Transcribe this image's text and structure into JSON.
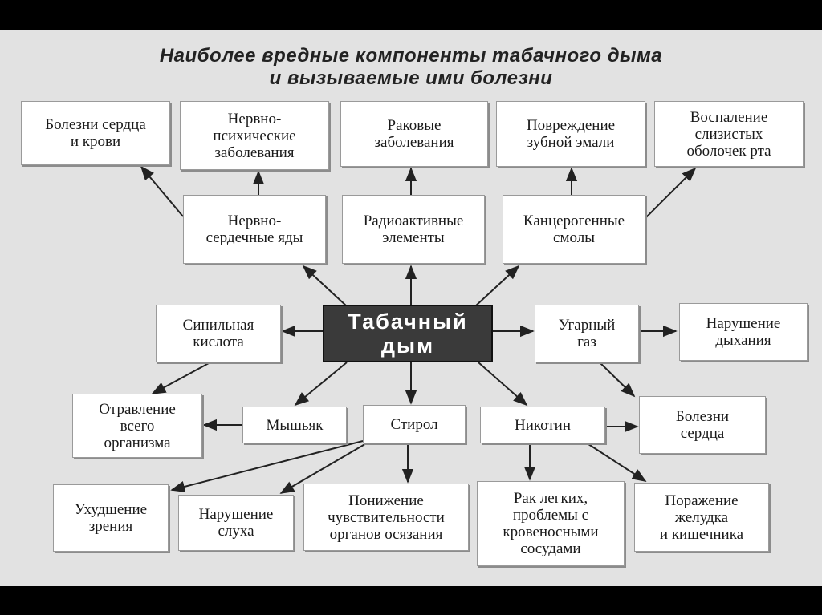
{
  "title": {
    "line1": "Наиболее вредные компоненты табачного дыма",
    "line2": "и вызываемые ими болезни"
  },
  "nodes": {
    "heart_blood": "Болезни сердца\nи крови",
    "neuro_psych": "Нервно-\nпсихические\nзаболевания",
    "cancer": "Раковые\nзаболевания",
    "enamel": "Повреждение\nзубной эмали",
    "mucosa": "Воспаление\nслизистых\nоболочек рта",
    "neuro_cardiac": "Нервно-\nсердечные яды",
    "radioactive": "Радиоактивные\nэлементы",
    "carcinogenic": "Канцерогенные\nсмолы",
    "hydrocyanic": "Синильная\nкислота",
    "center": "Табачный\nдым",
    "co_gas": "Угарный\nгаз",
    "breathing": "Нарушение\nдыхания",
    "poisoning": "Отравление\nвсего\nорганизма",
    "arsenic": "Мышьяк",
    "styrene": "Стирол",
    "nicotine": "Никотин",
    "heart": "Болезни\nсердца",
    "vision": "Ухудшение\nзрения",
    "hearing": "Нарушение\nслуха",
    "touch": "Понижение\nчувствительности\nорганов осязания",
    "lung_cancer": "Рак легких,\nпроблемы с\nкровеносными\nсосудами",
    "stomach": "Поражение\nжелудка\nи кишечника"
  }
}
